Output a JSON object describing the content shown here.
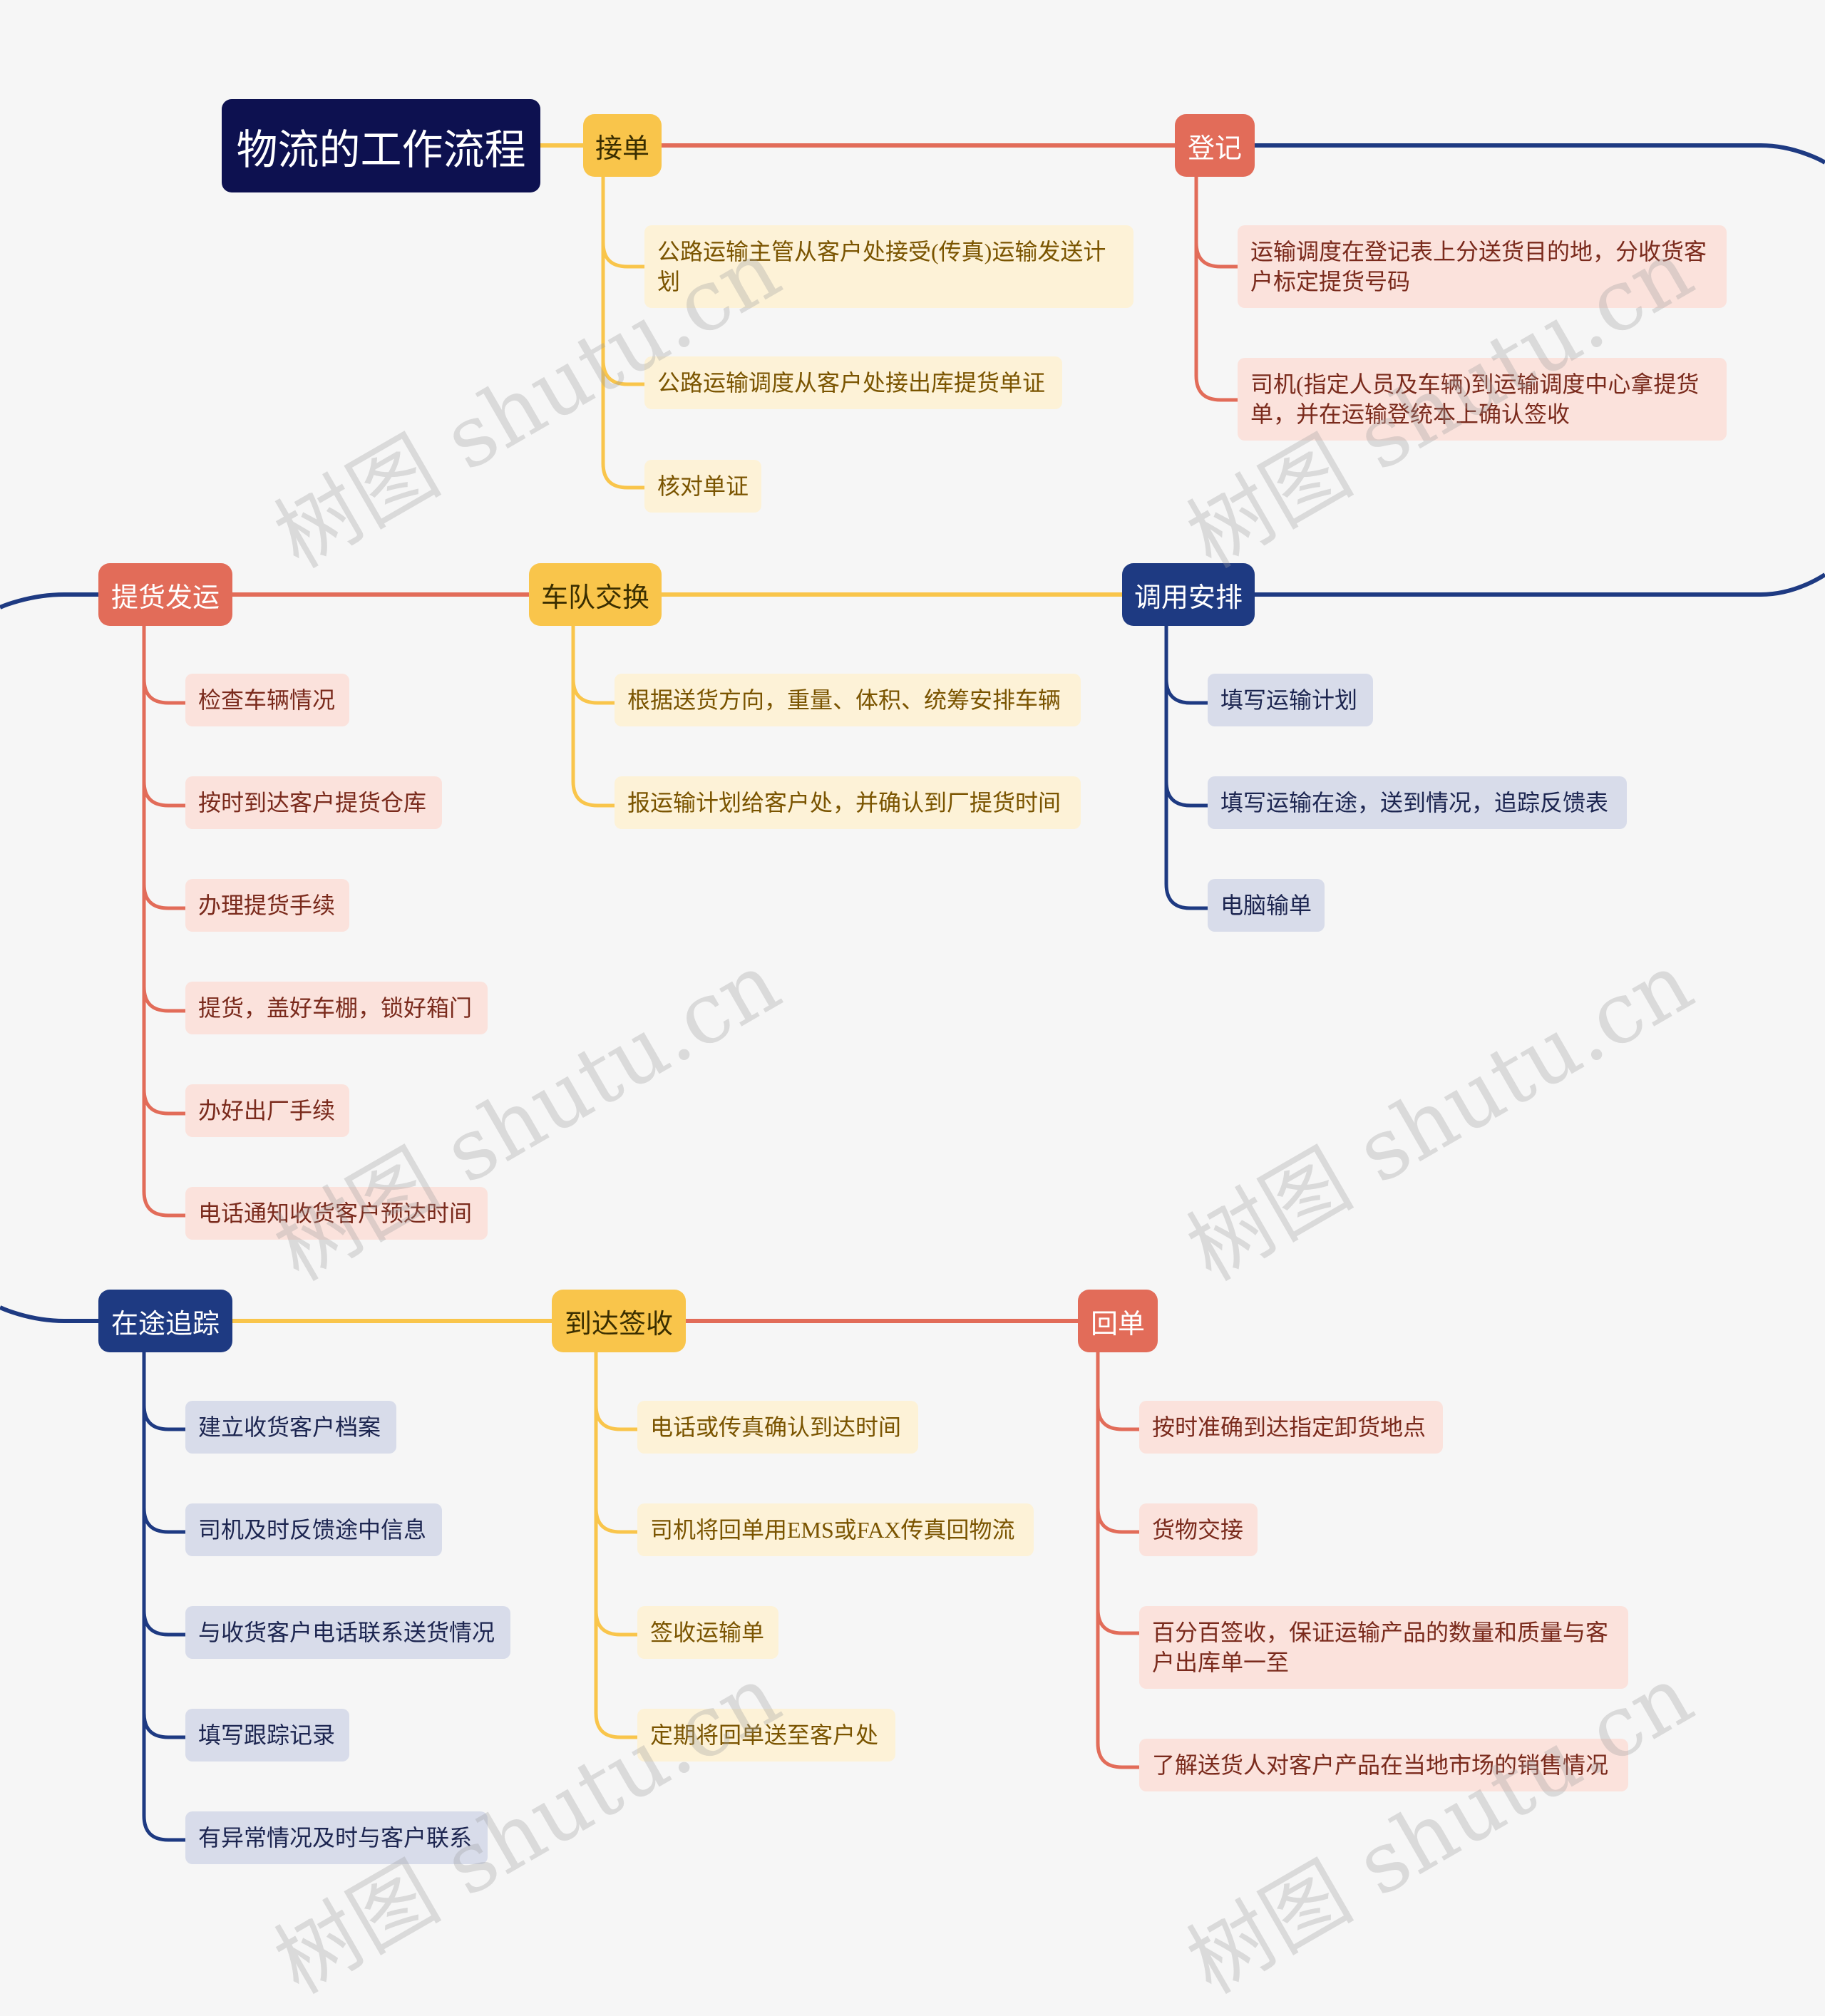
{
  "title": "物流的工作流程",
  "watermark": "树图 shutu.cn",
  "colors": {
    "root": "#0d1150",
    "yellow": "#f9c54b",
    "red": "#e26c59",
    "navy": "#1e3a82"
  },
  "branches": [
    {
      "label": "接单",
      "items": [
        "公路运输主管从客户处接受(传真)运输发送计划",
        "公路运输调度从客户处接出库提货单证",
        "核对单证"
      ]
    },
    {
      "label": "登记",
      "items": [
        "运输调度在登记表上分送货目的地，分收货客户标定提货号码",
        "司机(指定人员及车辆)到运输调度中心拿提货单，并在运输登统本上确认签收"
      ]
    },
    {
      "label": "调用安排",
      "items": [
        "填写运输计划",
        "填写运输在途，送到情况，追踪反馈表",
        "电脑输单"
      ]
    },
    {
      "label": "车队交换",
      "items": [
        "根据送货方向，重量、体积、统筹安排车辆",
        "报运输计划给客户处，并确认到厂提货时间"
      ]
    },
    {
      "label": "提货发运",
      "items": [
        "检查车辆情况",
        "按时到达客户提货仓库",
        "办理提货手续",
        "提货，盖好车棚，锁好箱门",
        "办好出厂手续",
        "电话通知收货客户预达时间"
      ]
    },
    {
      "label": "在途追踪",
      "items": [
        "建立收货客户档案",
        "司机及时反馈途中信息",
        "与收货客户电话联系送货情况",
        "填写跟踪记录",
        "有异常情况及时与客户联系"
      ]
    },
    {
      "label": "到达签收",
      "items": [
        "电话或传真确认到达时间",
        "司机将回单用EMS或FAX传真回物流",
        "签收运输单",
        "定期将回单送至客户处"
      ]
    },
    {
      "label": "回单",
      "items": [
        "按时准确到达指定卸货地点",
        "货物交接",
        "百分百签收，保证运输产品的数量和质量与客户出库单一至",
        "了解送货人对客户产品在当地市场的销售情况"
      ]
    }
  ]
}
